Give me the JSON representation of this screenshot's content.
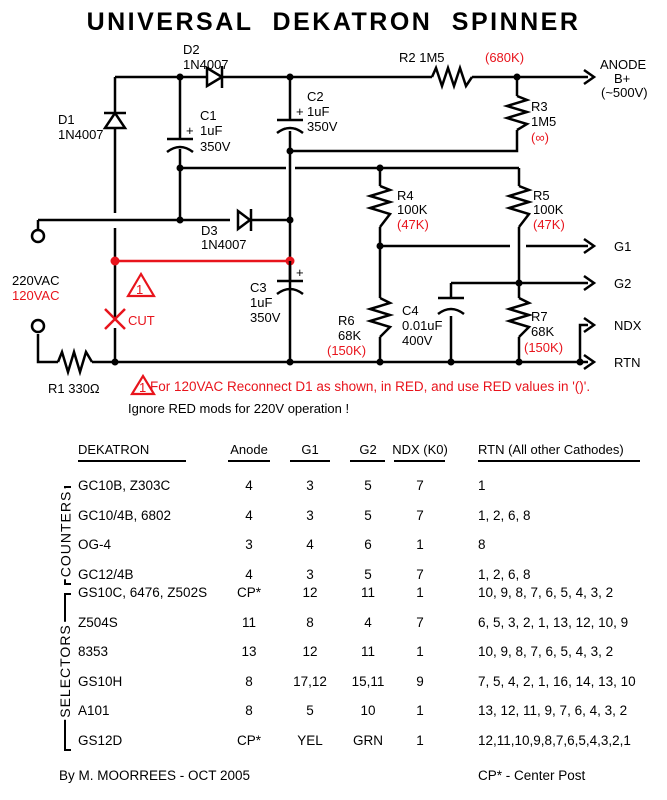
{
  "title": "UNIVERSAL DEKATRON SPINNER",
  "schematic": {
    "components": {
      "d1": {
        "ref": "D1",
        "value": "1N4007"
      },
      "d2": {
        "ref": "D2",
        "value": "1N4007"
      },
      "d3": {
        "ref": "D3",
        "value": "1N4007"
      },
      "c1": {
        "ref": "C1",
        "value": "1uF",
        "rating": "350V",
        "polarity": "+"
      },
      "c2": {
        "ref": "C2",
        "value": "1uF",
        "rating": "350V",
        "polarity": "+"
      },
      "c3": {
        "ref": "C3",
        "value": "1uF",
        "rating": "350V",
        "polarity": "+"
      },
      "c4": {
        "ref": "C4",
        "value": "0.01uF",
        "rating": "400V"
      },
      "r1": {
        "label": "R1 330Ω"
      },
      "r2": {
        "ref": "R2 1M5",
        "alt": "(680K)"
      },
      "r3": {
        "ref": "R3",
        "value": "1M5",
        "alt": "(∞)"
      },
      "r4": {
        "ref": "R4",
        "value": "100K",
        "alt": "(47K)"
      },
      "r5": {
        "ref": "R5",
        "value": "100K",
        "alt": "(47K)"
      },
      "r6": {
        "ref": "R6",
        "value": "68K",
        "alt": "(150K)"
      },
      "r7": {
        "ref": "R7",
        "value": "68K",
        "alt": "(150K)"
      }
    },
    "input": {
      "primary": "220VAC",
      "alt": "120VAC"
    },
    "outputs": {
      "anode": [
        "ANODE",
        "B+",
        "(~500V)"
      ],
      "g1": "G1",
      "g2": "G2",
      "ndx": "NDX",
      "rtn": "RTN"
    },
    "cut_label": "CUT",
    "warning_number": "1",
    "note_red": "For 120VAC Reconnect D1 as shown, in RED, and use RED values in '()'.",
    "note_black": "Ignore RED mods for 220V operation !",
    "colors": {
      "line": "#000000",
      "mod": "#e8141c"
    }
  },
  "table": {
    "headers": [
      "DEKATRON",
      "Anode",
      "G1",
      "G2",
      "NDX (K0)",
      "RTN (All other Cathodes)"
    ],
    "groups": [
      {
        "name": "COUNTERS",
        "rows": [
          [
            "GC10B, Z303C",
            "4",
            "3",
            "5",
            "7",
            "1"
          ],
          [
            "GC10/4B, 6802",
            "4",
            "3",
            "5",
            "7",
            "1, 2, 6, 8"
          ],
          [
            "OG-4",
            "3",
            "4",
            "6",
            "1",
            "8"
          ],
          [
            "GC12/4B",
            "4",
            "3",
            "5",
            "7",
            "1, 2, 6, 8"
          ]
        ]
      },
      {
        "name": "SELECTORS",
        "rows": [
          [
            "GS10C, 6476, Z502S",
            "CP*",
            "12",
            "11",
            "1",
            "10, 9, 8, 7, 6, 5, 4, 3, 2"
          ],
          [
            "Z504S",
            "11",
            "8",
            "4",
            "7",
            "6, 5, 3, 2, 1, 13, 12, 10, 9"
          ],
          [
            "8353",
            "13",
            "12",
            "11",
            "1",
            "10, 9, 8, 7, 6, 5, 4, 3, 2"
          ],
          [
            "GS10H",
            "8",
            "17,12",
            "15,11",
            "9",
            "7, 5, 4, 2, 1, 16, 14, 13, 10"
          ],
          [
            "A101",
            "8",
            "5",
            "10",
            "1",
            "13, 12, 11, 9, 7, 6, 4, 3, 2"
          ],
          [
            "GS12D",
            "CP*",
            "YEL",
            "GRN",
            "1",
            "12,11,10,9,8,7,6,5,4,3,2,1"
          ]
        ]
      }
    ]
  },
  "footer": {
    "author": "By M. MOORREES - OCT 2005",
    "legend": "CP* - Center Post"
  }
}
